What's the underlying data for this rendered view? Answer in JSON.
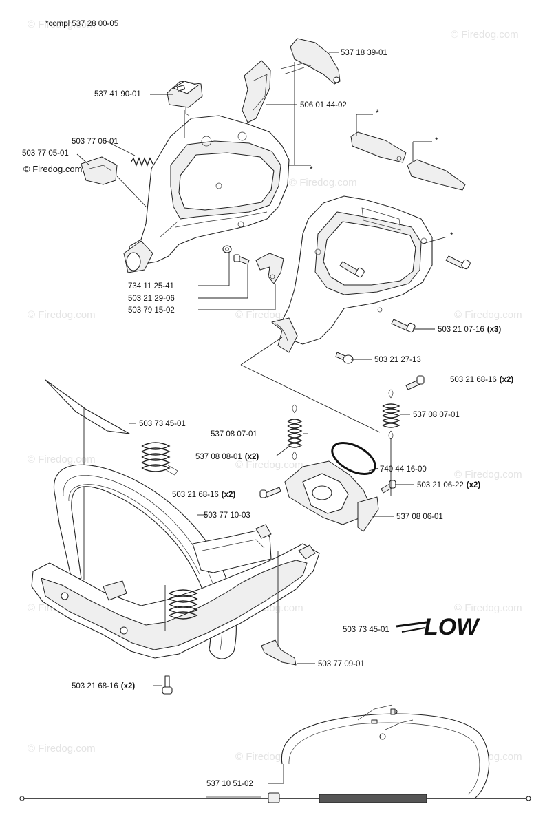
{
  "header": {
    "compl": "*compl 537 28 00-05"
  },
  "copyright": "© Firedog.com",
  "watermark": "© Firedog.com",
  "logo_text": "LOW",
  "labels": {
    "p537183901": "537 18 39-01",
    "p537419001": "537 41 90-01",
    "p506014402": "506 01 44-02",
    "p503770601": "503 77 06-01",
    "p503770501": "503 77 05-01",
    "star": "*",
    "p734112541": "734 11 25-41",
    "p503212906": "503 21 29-06",
    "p503791502": "503 79 15-02",
    "p503210716": "503 21 07-16",
    "p503210716_qty": "(x3)",
    "p503212713": "503  21 27-13",
    "p503216816a": "503 21 68-16",
    "p503216816a_qty": "(x2)",
    "p503734501": "503 73 45-01",
    "p537080701a": "537 08 07-01",
    "p537080701b": "537 08 07-01",
    "p537080801": "537 08 08-01",
    "p537080801_qty": "(x2)",
    "p740441600": "740 44 16-00",
    "p503216816b": "503 21 68-16",
    "p503216816b_qty": "(x2)",
    "p503210622": "503 21 06-22",
    "p503210622_qty": "(x2)",
    "p503771003": "503 77 10-03",
    "p537080601": "537 08 06-01",
    "p503734501b": "503 73 45-01",
    "p503770901": "503 77 09-01",
    "p503216816c": "503 21 68-16",
    "p503216816c_qty": "(x2)",
    "p537105102": "537 10 51-02"
  }
}
